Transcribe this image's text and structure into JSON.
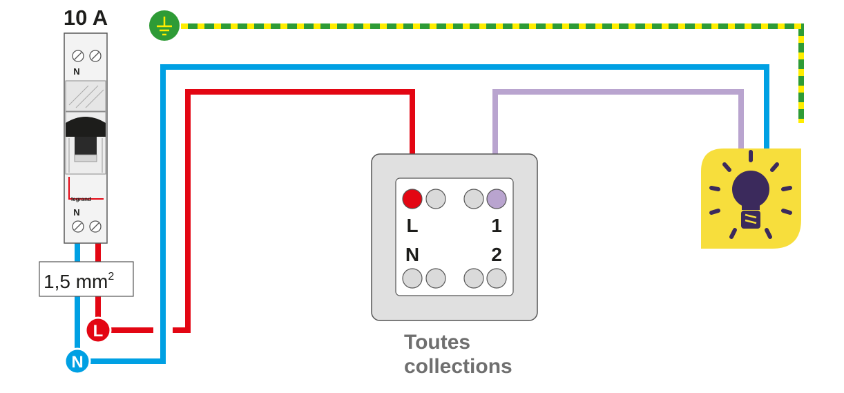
{
  "breaker": {
    "rating": "10 A",
    "neutral_top": "N",
    "neutral_bottom": "N",
    "brand": "legrand"
  },
  "cable": {
    "section": "1,5 mm",
    "section_sup": "2"
  },
  "terminals": {
    "line": "L",
    "neutral": "N"
  },
  "switch": {
    "label_L": "L",
    "label_N": "N",
    "label_1": "1",
    "label_2": "2",
    "caption_line1": "Toutes",
    "caption_line2": "collections"
  },
  "icons": {
    "earth": "earth-ground-icon",
    "lamp": "light-bulb-icon"
  },
  "colors": {
    "phase": "#e30613",
    "neutral": "#00a0e3",
    "earth_green": "#2e9b36",
    "earth_yellow": "#ffed00",
    "return": "#b9a4cf",
    "lamp_bg": "#f7de3c",
    "bulb": "#3b2a5c",
    "caption": "#6f6f6f"
  }
}
